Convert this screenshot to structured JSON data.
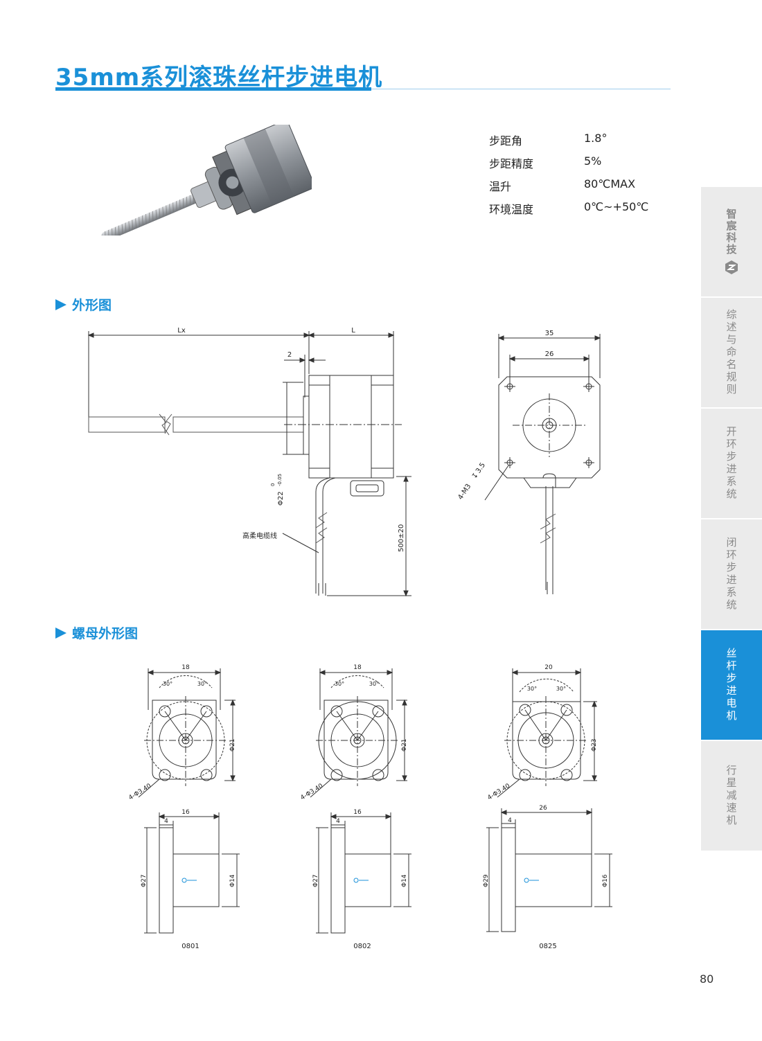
{
  "title": "35mm系列滚珠丝杆步进电机",
  "specs": [
    {
      "label": "步距角",
      "value": "1.8°"
    },
    {
      "label": "步距精度",
      "value": "5%"
    },
    {
      "label": "温升",
      "value": "80℃MAX"
    },
    {
      "label": "环境温度",
      "value": "0℃~+50℃"
    }
  ],
  "sections": {
    "outline": "外形图",
    "nut_outline": "螺母外形图"
  },
  "motor_dims": {
    "lx": "Lx",
    "l": "L",
    "flange_gap": "2",
    "pilot_dia": "Φ22",
    "pilot_tol_upper": "0",
    "pilot_tol_lower": "-0.05",
    "cable_label": "高柔电缆线",
    "cable_length": "500±20",
    "body_width": "35",
    "hole_spacing": "26",
    "mount_holes": "4-M3",
    "hole_depth": "3.5"
  },
  "nuts": [
    {
      "model": "0801",
      "width": "18",
      "angle_left": "30°",
      "angle_right": "30°",
      "pcd": "Φ21",
      "holes": "4-Φ3.40",
      "length": "16",
      "flange_thick": "4",
      "flange_dia": "Φ27",
      "body_dia": "Φ14"
    },
    {
      "model": "0802",
      "width": "18",
      "angle_left": "30°",
      "angle_right": "30°",
      "pcd": "Φ21",
      "holes": "4-Φ3.40",
      "length": "16",
      "flange_thick": "4",
      "flange_dia": "Φ27",
      "body_dia": "Φ14"
    },
    {
      "model": "0825",
      "width": "20",
      "angle_left": "30°",
      "angle_right": "30°",
      "pcd": "Φ23",
      "holes": "4-Φ3.40",
      "length": "26",
      "flange_thick": "4",
      "flange_dia": "Φ29",
      "body_dia": "Φ16"
    }
  ],
  "side_nav": {
    "brand": "智宸科技",
    "items": [
      "综述与命名规则",
      "开环步进系统",
      "闭环步进系统",
      "丝杆步进电机",
      "行星减速机"
    ],
    "active_index": 3
  },
  "page_number": "80",
  "colors": {
    "accent": "#1a90d8",
    "tab_bg": "#ebebeb",
    "line": "#333333"
  }
}
